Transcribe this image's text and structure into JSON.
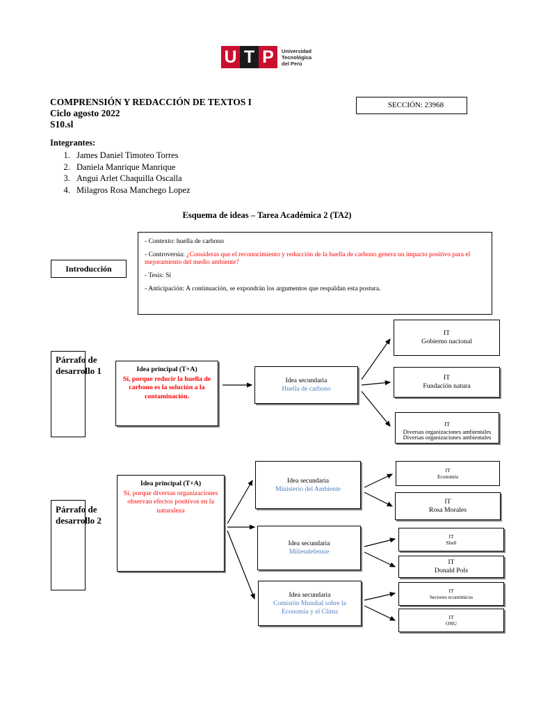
{
  "logo": {
    "letters": [
      "U",
      "T",
      "P"
    ],
    "name_lines": [
      "Universidad",
      "Tecnológica",
      "del Perú"
    ],
    "red": "#c8102e",
    "black": "#1a1a1a"
  },
  "header": {
    "course": "COMPRENSIÓN Y REDACCIÓN DE TEXTOS I",
    "cycle": "Ciclo agosto 2022",
    "session": "S10.sl",
    "seccion": "SECCIÓN: 23968"
  },
  "integrantes": {
    "label": "Integrantes:",
    "members": [
      "James Daniel Timoteo Torres",
      "Daniela Manrique Manrique",
      "Angui Arlet Chaquilla Oscalla",
      "Milagros Rosa Manchego Lopez"
    ]
  },
  "schema": {
    "title": "Esquema de ideas – Tarea Académica 2 (TA2)",
    "intro_label": "Introducción",
    "intro": {
      "contexto_label": "- Contexto: ",
      "contexto_value": "huella de carbono",
      "controversia_label": "- Controversia: ",
      "controversia_value": "¿Consideras que el reconocimiento y reducción de la huella de carbono genera un impacto positivo para el mejoramiento del medio ambiente?",
      "tesis_label": "- Tesis: ",
      "tesis_value": "Sí",
      "anticipacion_label": "- Anticipación: ",
      "anticipacion_value": "A continuación, se expondrán los argumentos que respaldan esta postura."
    },
    "para_label_1": "Párrafo de\ndesarrollo 1",
    "para_label_2": "Párrafo de\ndesarrollo 2",
    "idea_main_1": {
      "head": "Idea principal (T+A)",
      "body": "Sí, porque reducir la huella de carbono es la solución a la contaminación."
    },
    "idea_main_2": {
      "head": "Idea principal (T+A)",
      "body": "Sí, porque diversas organizaciones observan efectos positivos en la naturaleza"
    },
    "idea_sec_1": {
      "head": "Idea secundaria",
      "body": "Huella de carbono"
    },
    "idea_sec_2": {
      "head": "Idea secundaria",
      "body": "Ministerio del Ambiente"
    },
    "idea_sec_3": {
      "head": "Idea secundaria",
      "body": "Milieudefensie"
    },
    "idea_sec_4": {
      "head": "Idea secundaria",
      "body": "Comisión Mundial sobre la Economía y el Clima"
    },
    "it_1": {
      "head": "IT",
      "body": "Gobierno nacional"
    },
    "it_2": {
      "head": "IT",
      "body": "Fundación natura"
    },
    "it_3": {
      "head": "IT",
      "body": "Diversas organizaciones ambientales",
      "overflow": "Diversas organizaciones ambientales"
    },
    "it_4": {
      "head": "IT",
      "body": "Economía"
    },
    "it_5": {
      "head": "IT",
      "body": "Rosa Morales"
    },
    "it_6": {
      "head": "IT",
      "body": "Shell"
    },
    "it_7": {
      "head": "IT",
      "body": "Donald Pols"
    },
    "it_8": {
      "head": "IT",
      "body": "Sectores económicos"
    },
    "it_9": {
      "head": "IT",
      "body": "ONU"
    }
  },
  "colors": {
    "red_text": "#ff0000",
    "blue_text": "#4a7ebb",
    "border": "#000000"
  }
}
